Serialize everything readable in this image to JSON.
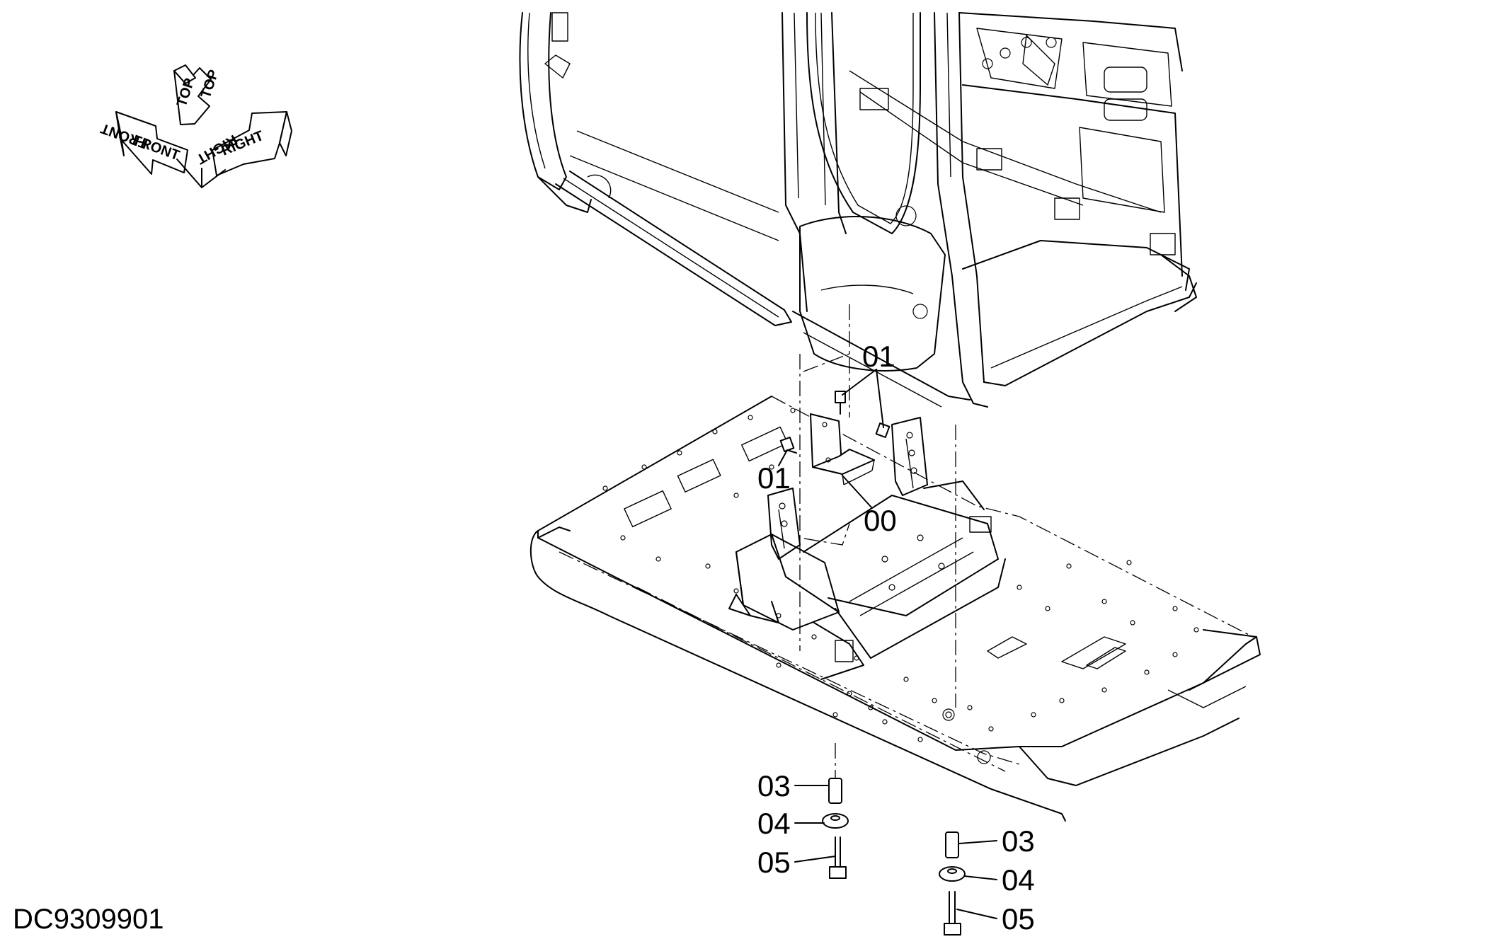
{
  "drawing_number": "DC9309901",
  "orientation_arrows": {
    "front": "FRONT",
    "top": "TOP",
    "right": "RIGHT"
  },
  "callouts": {
    "c01_upper": "01",
    "c01_lower": "01",
    "c00": "00",
    "c03_left": "03",
    "c04_left": "04",
    "c05_left": "05",
    "c03_right": "03",
    "c04_right": "04",
    "c05_right": "05"
  }
}
